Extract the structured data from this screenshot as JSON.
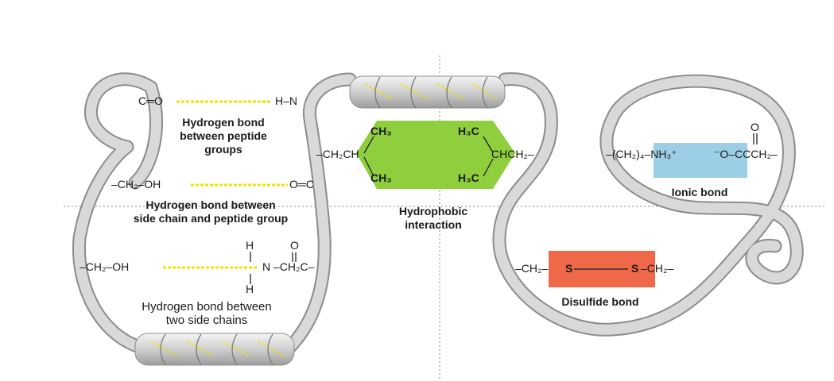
{
  "colors": {
    "ribbon": "#d9d9d9",
    "ribbon_edge": "#8c8c8c",
    "hbond": "#f2e200",
    "hydrophobic": "#8fce3c",
    "ionic": "#9ccfe6",
    "disulfide": "#ef6848",
    "guide": "#888888"
  },
  "hbond_peptide": {
    "left": "C═O",
    "right": "H–N",
    "caption": [
      "Hydrogen bond",
      "between peptide",
      "groups"
    ]
  },
  "hbond_side_peptide": {
    "left": "–CH₂–OH",
    "right": "O═C",
    "caption": [
      "Hydrogen bond between",
      "side chain and peptide group"
    ]
  },
  "hbond_side_side": {
    "left": "–CH₂–OH",
    "h_top": "H",
    "n": "N",
    "h_bottom": "H",
    "o": "O",
    "right": "–CH₂C–",
    "caption": [
      "Hydrogen bond between",
      "two side chains"
    ]
  },
  "hydrophobic": {
    "left_chain": "–CH₂CH",
    "ch3_top": "CH₃",
    "ch3_bottom": "CH₃",
    "h3c_top": "H₃C",
    "h3c_bottom": "H₃C",
    "right_chain": "CHCH₂–",
    "caption": [
      "Hydrophobic",
      "interaction"
    ]
  },
  "ionic": {
    "left": "–(CH₂)₄–NH₃⁺",
    "right": "⁻O–CCCH₂–",
    "o": "O",
    "caption": "Ionic bond"
  },
  "disulfide": {
    "left": "–CH₂–",
    "s1": "S",
    "s2": "S",
    "right": "–CH₂–",
    "caption": "Disulfide bond"
  }
}
